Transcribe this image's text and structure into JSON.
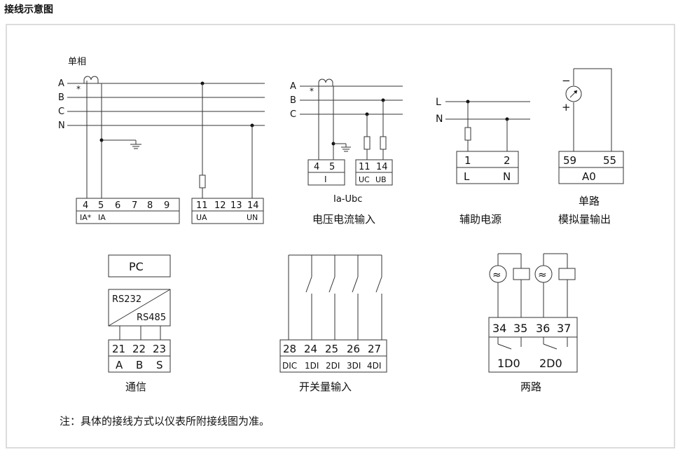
{
  "page": {
    "title": "接线示意图"
  },
  "single_phase": {
    "title": "单相",
    "lines": [
      "A",
      "B",
      "C",
      "N"
    ],
    "star": "*",
    "terminals_left": [
      "4",
      "5",
      "6",
      "7",
      "8",
      "9"
    ],
    "signals_left": [
      "IA*",
      "IA"
    ],
    "terminals_right": [
      "11",
      "12",
      "13",
      "14"
    ],
    "signals_right": [
      "UA",
      "UN"
    ]
  },
  "voltage_current": {
    "lines": [
      "A",
      "B",
      "C"
    ],
    "star": "*",
    "terminals_i": [
      "4",
      "5"
    ],
    "label_i": "I",
    "terminals_u": [
      "11",
      "14"
    ],
    "signals_u": [
      "UC",
      "UB"
    ],
    "formula": "Ia-Ubc",
    "caption": "电压电流输入"
  },
  "aux_power": {
    "lines": [
      "L",
      "N"
    ],
    "terminals": [
      "1",
      "2"
    ],
    "labels": [
      "L",
      "N"
    ],
    "caption": "辅助电源"
  },
  "analog_output": {
    "minus": "−",
    "plus": "+",
    "terminals": [
      "59",
      "55"
    ],
    "label": "A0",
    "caption_line1": "单路",
    "caption_line2": "模拟量输出"
  },
  "comms": {
    "pc": "PC",
    "rs232": "RS232",
    "rs485": "RS485",
    "terminals": [
      "21",
      "22",
      "23"
    ],
    "labels": [
      "A",
      "B",
      "S"
    ],
    "caption": "通信"
  },
  "switch_input": {
    "terminals": [
      "28",
      "24",
      "25",
      "26",
      "27"
    ],
    "labels": [
      "DIC",
      "1DI",
      "2DI",
      "3DI",
      "4DI"
    ],
    "caption": "开关量输入"
  },
  "relay_output": {
    "ac_symbol": "≈",
    "terminals": [
      "34",
      "35",
      "36",
      "37"
    ],
    "labels": [
      "1D0",
      "2D0"
    ],
    "caption": "两路"
  },
  "note": "注：具体的接线方式以仪表所附接线图为准。"
}
